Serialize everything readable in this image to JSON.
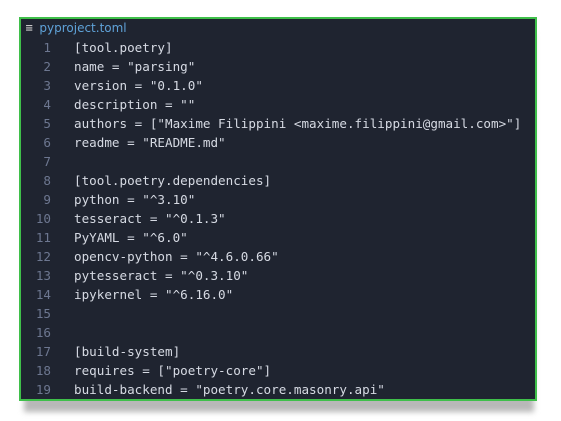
{
  "tab": {
    "icon": "≡",
    "filename": "pyproject.toml"
  },
  "lines": [
    {
      "num": "1",
      "text": "[tool.poetry]"
    },
    {
      "num": "2",
      "text": "name = \"parsing\""
    },
    {
      "num": "3",
      "text": "version = \"0.1.0\""
    },
    {
      "num": "4",
      "text": "description = \"\""
    },
    {
      "num": "5",
      "text": "authors = [\"Maxime Filippini <maxime.filippini@gmail.com>\"]"
    },
    {
      "num": "6",
      "text": "readme = \"README.md\""
    },
    {
      "num": "7",
      "text": ""
    },
    {
      "num": "8",
      "text": "[tool.poetry.dependencies]"
    },
    {
      "num": "9",
      "text": "python = \"^3.10\""
    },
    {
      "num": "10",
      "text": "tesseract = \"^0.1.3\""
    },
    {
      "num": "11",
      "text": "PyYAML = \"^6.0\""
    },
    {
      "num": "12",
      "text": "opencv-python = \"^4.6.0.66\""
    },
    {
      "num": "13",
      "text": "pytesseract = \"^0.3.10\""
    },
    {
      "num": "14",
      "text": "ipykernel = \"^6.16.0\""
    },
    {
      "num": "15",
      "text": ""
    },
    {
      "num": "16",
      "text": ""
    },
    {
      "num": "17",
      "text": "[build-system]"
    },
    {
      "num": "18",
      "text": "requires = [\"poetry-core\"]"
    },
    {
      "num": "19",
      "text": "build-backend = \"poetry.core.masonry.api\""
    }
  ],
  "colors": {
    "background": "#1f2430",
    "border": "#3fbf4a",
    "line_number": "#6d7790",
    "text": "#d6dae3",
    "filename": "#5fa2d8"
  }
}
